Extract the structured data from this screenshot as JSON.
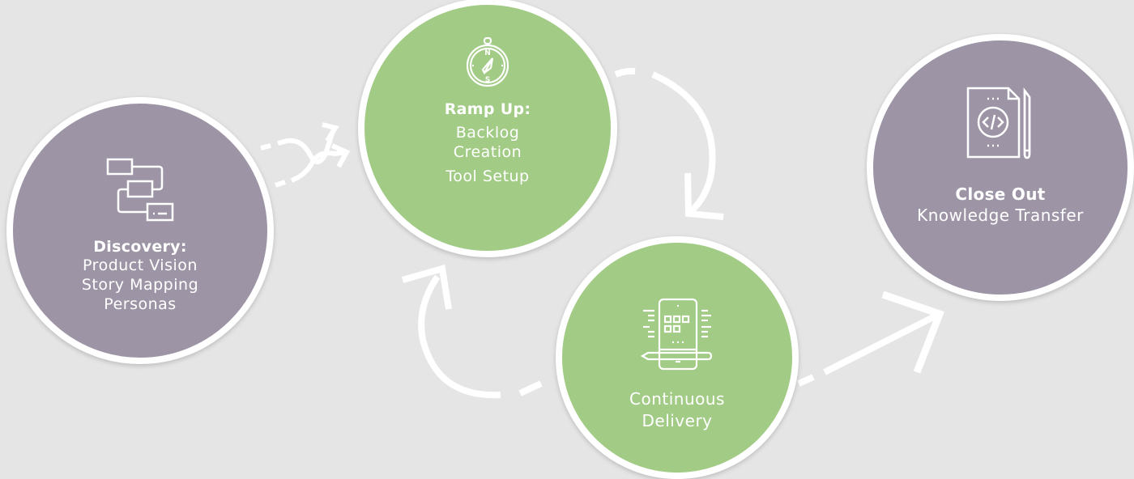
{
  "diagram": {
    "colors": {
      "background": "#e5e5e5",
      "phase_purple": "#9d95a6",
      "phase_green": "#a2cb86",
      "ring": "#ffffff"
    },
    "phases": [
      {
        "id": "discovery",
        "icon": "flowchart-icon",
        "title": "Discovery:",
        "lines": [
          "Product Vision",
          "Story Mapping",
          "Personas"
        ],
        "color": "purple"
      },
      {
        "id": "ramp-up",
        "icon": "compass-icon",
        "title": "Ramp Up:",
        "lines": [
          "Backlog",
          "Creation",
          "Tool Setup"
        ],
        "color": "green"
      },
      {
        "id": "continuous-delivery",
        "icon": "mobile-app-design-icon",
        "title": "",
        "lines": [
          "Continuous",
          "Delivery"
        ],
        "color": "green"
      },
      {
        "id": "close-out",
        "icon": "code-document-icon",
        "title": "Close Out",
        "lines": [
          "Knowledge Transfer"
        ],
        "color": "purple"
      }
    ],
    "connectors": [
      {
        "from": "discovery",
        "to": "ramp-up",
        "style": "dashed-crossing-arrows"
      },
      {
        "from": "ramp-up",
        "to": "continuous-delivery",
        "style": "dashed-curved-arrow"
      },
      {
        "from": "continuous-delivery",
        "to": "ramp-up",
        "style": "dashed-curved-arrow"
      },
      {
        "from": "continuous-delivery",
        "to": "close-out",
        "style": "dashed-straight-arrow"
      }
    ]
  }
}
